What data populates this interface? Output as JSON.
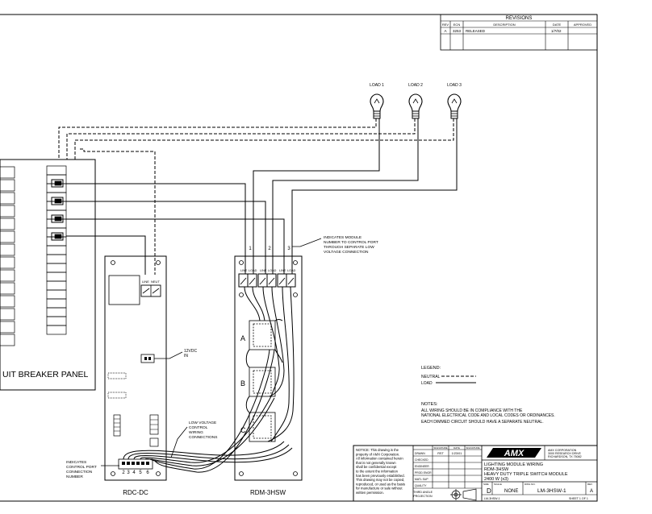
{
  "revisions": {
    "title": "REVISIONS",
    "headers": [
      "REV",
      "ECN",
      "DESCRIPTION",
      "DATE",
      "APPROVED"
    ],
    "rows": [
      [
        "A",
        "3253",
        "RELEASED",
        "1/7/02",
        ""
      ]
    ]
  },
  "loads": [
    "LOAD 1",
    "LOAD 2",
    "LOAD 3"
  ],
  "panel": {
    "label": "UIT BREAKER PANEL"
  },
  "module_numbers": [
    "1",
    "2",
    "3"
  ],
  "terminal_labels": [
    "LINE",
    "LOAD"
  ],
  "neut_labels": [
    "LINE",
    "NEUT"
  ],
  "notes_callout": {
    "lines": [
      "INDICATES MODULE",
      "NUMBER TO CONTROL PORT",
      "THROUGH SEPARATE LOW",
      "VOLTAGE CONNECTION"
    ]
  },
  "vdc": {
    "lines": [
      "12VDC",
      "IN"
    ]
  },
  "low_voltage": {
    "lines": [
      "LOW VOLTAGE",
      "CONTROL",
      "WIRING",
      "CONNECTIONS"
    ]
  },
  "port_callout": {
    "lines": [
      "INDICATES",
      "CONTROL PORT",
      "CONNECTION",
      "NUMBER"
    ]
  },
  "port_numbers": [
    "2",
    "3",
    "4",
    "5",
    "6"
  ],
  "switch_letters": [
    "A",
    "B",
    "C"
  ],
  "rdc_label": "RDC-DC",
  "rdm_label": "RDM-3HSW",
  "legend": {
    "title": "LEGEND:",
    "neutral": "NEUTRAL",
    "load": "LOAD"
  },
  "notes": {
    "title": "NOTES:",
    "lines": [
      "ALL WIRING SHOULD BE IN COMPLIANCE WITH THE",
      "NATIONAL ELECTRICAL CODE AND LOCAL CODES OR ORDINANCES.",
      "EACH DIMMED CIRCUIT SHOULD HAVE A SEPARATE NEUTRAL."
    ]
  },
  "title_block": {
    "notice": [
      "NOTICE:  This drawing is the",
      "property of AMX Corporation.",
      "All information contained herein",
      "that is not generally known",
      "shall be confidential except",
      "to the extent the information",
      "has been previously established.",
      "This drawing may not be copied,",
      "reproduced, or used as the basis",
      "for manufacture or sale without",
      "written permission."
    ],
    "sig_headers": [
      "SIGNATURE",
      "DATE"
    ],
    "sig_rows": [
      {
        "label": "DRAWN",
        "sig": "RST",
        "date": "1/23/01"
      },
      {
        "label": "CHECKED",
        "sig": "",
        "date": ""
      },
      {
        "label": "ENGINEER",
        "sig": "",
        "date": ""
      },
      {
        "label": "PROD ENGR",
        "sig": "",
        "date": ""
      },
      {
        "label": "MATL SUP",
        "sig": "",
        "date": ""
      },
      {
        "label": "QUALITY",
        "sig": "",
        "date": ""
      }
    ],
    "projection": [
      "THIRD ANGLE",
      "PROJECTION"
    ],
    "logo": "AMX",
    "company": [
      "AMX CORPORATION",
      "3000 RESEARCH DRIVE",
      "RICHARDSON, TX 75082"
    ],
    "title_lines": [
      "LIGHTING MODULE WIRING",
      "RDM-3HSW",
      "HEAVY DUTY TRIPLE SWITCH MODULE",
      "2400 W (x3)"
    ],
    "size_label": "SIZE",
    "size": "D",
    "scale_label": "SCALE",
    "scale": "NONE",
    "dwg_label": "DWG NO.",
    "dwg": "LM-3HSW-1",
    "rev_label": "REV",
    "rev": "A",
    "file": "LM-3HSW-1",
    "sheet": "SHEET  1  OF  1"
  }
}
